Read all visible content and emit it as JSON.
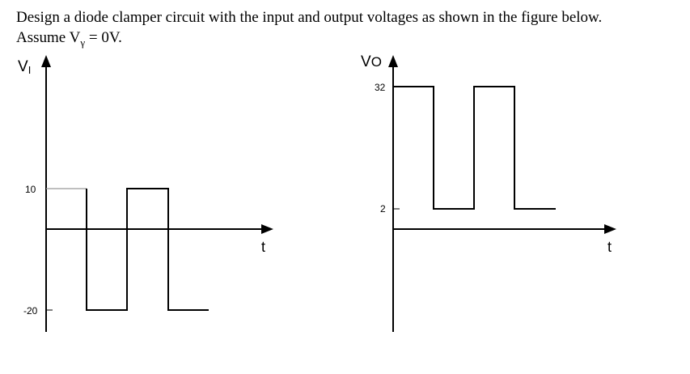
{
  "problem": {
    "line1": "Design a diode clamper circuit with the input and output voltages as shown in the figure below.",
    "line2_prefix": "Assume V",
    "line2_sub": "γ",
    "line2_suffix": " = 0V."
  },
  "input_graph": {
    "axis_label_main": "V",
    "axis_label_sub": "I",
    "time_label": "t",
    "ticks": [
      "10",
      "-20"
    ],
    "levels": {
      "high": 10,
      "low": -20
    }
  },
  "output_graph": {
    "axis_label_main": "V",
    "axis_label_sub": "O",
    "time_label": "t",
    "ticks": [
      "32",
      "2"
    ],
    "levels": {
      "high": 32,
      "low": 2
    }
  }
}
